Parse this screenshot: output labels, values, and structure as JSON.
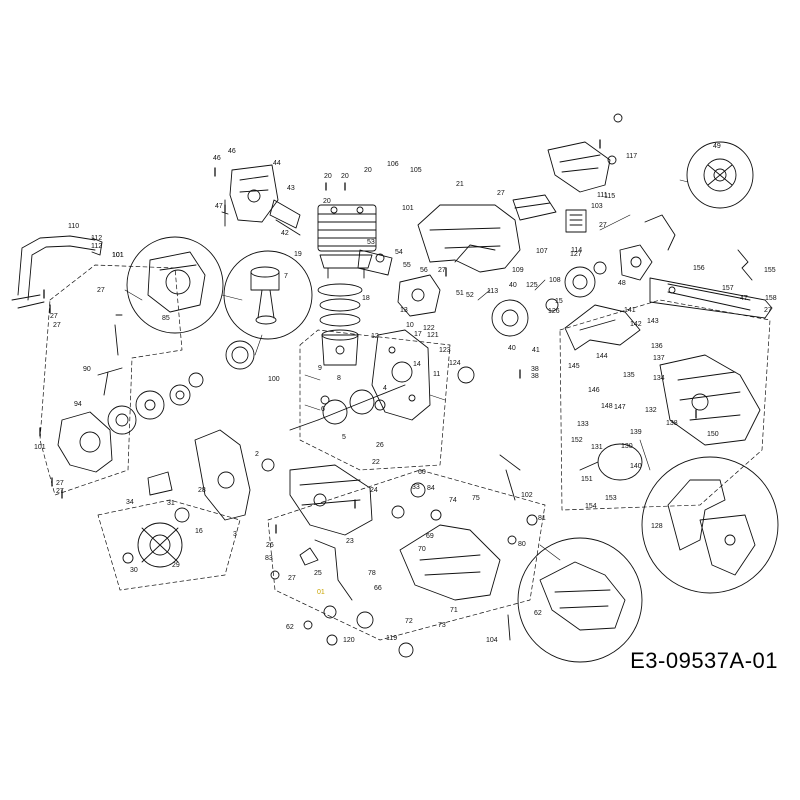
{
  "diagram": {
    "code": "E3-09537A-01",
    "highlight_color": "#c9a400",
    "line_color": "#111111",
    "labels": [
      {
        "id": "l46a",
        "text": "46"
      },
      {
        "id": "l46b",
        "text": "46"
      },
      {
        "id": "l44",
        "text": "44"
      },
      {
        "id": "l43",
        "text": "43"
      },
      {
        "id": "l47a",
        "text": "47"
      },
      {
        "id": "l42",
        "text": "42"
      },
      {
        "id": "l20a",
        "text": "20"
      },
      {
        "id": "l20b",
        "text": "20"
      },
      {
        "id": "l20c",
        "text": "20"
      },
      {
        "id": "l20d",
        "text": "20"
      },
      {
        "id": "l106",
        "text": "106"
      },
      {
        "id": "l105",
        "text": "105"
      },
      {
        "id": "l21",
        "text": "21"
      },
      {
        "id": "l101a",
        "text": "101"
      },
      {
        "id": "l117",
        "text": "117"
      },
      {
        "id": "l115",
        "text": "115"
      },
      {
        "id": "l49",
        "text": "49"
      },
      {
        "id": "l111",
        "text": "111"
      },
      {
        "id": "l27a",
        "text": "27"
      },
      {
        "id": "l114",
        "text": "114"
      },
      {
        "id": "l103",
        "text": "103"
      },
      {
        "id": "l27b",
        "text": "27"
      },
      {
        "id": "l112",
        "text": "112"
      },
      {
        "id": "l101b",
        "text": "101"
      },
      {
        "id": "l110",
        "text": "110"
      },
      {
        "id": "l112b",
        "text": "112"
      },
      {
        "id": "l101c",
        "text": "101"
      },
      {
        "id": "l27c",
        "text": "27"
      },
      {
        "id": "l27d",
        "text": "27"
      },
      {
        "id": "l27e",
        "text": "27"
      },
      {
        "id": "l85",
        "text": "85"
      },
      {
        "id": "l7",
        "text": "7"
      },
      {
        "id": "l19",
        "text": "19"
      },
      {
        "id": "l18",
        "text": "18"
      },
      {
        "id": "l53",
        "text": "53"
      },
      {
        "id": "l54",
        "text": "54"
      },
      {
        "id": "l55",
        "text": "55"
      },
      {
        "id": "l56",
        "text": "56"
      },
      {
        "id": "l27f",
        "text": "27"
      },
      {
        "id": "l109",
        "text": "109"
      },
      {
        "id": "l107",
        "text": "107"
      },
      {
        "id": "l108",
        "text": "108"
      },
      {
        "id": "l127",
        "text": "127"
      },
      {
        "id": "l48",
        "text": "48"
      },
      {
        "id": "l51",
        "text": "51"
      },
      {
        "id": "l52",
        "text": "52"
      },
      {
        "id": "l113",
        "text": "113"
      },
      {
        "id": "l40a",
        "text": "40"
      },
      {
        "id": "l125",
        "text": "125"
      },
      {
        "id": "l126",
        "text": "126"
      },
      {
        "id": "l15",
        "text": "15"
      },
      {
        "id": "l157",
        "text": "157"
      },
      {
        "id": "l47b",
        "text": "47"
      },
      {
        "id": "l158",
        "text": "158"
      },
      {
        "id": "l27g",
        "text": "27"
      },
      {
        "id": "l156",
        "text": "156"
      },
      {
        "id": "l155",
        "text": "155"
      },
      {
        "id": "l141",
        "text": "141"
      },
      {
        "id": "l142",
        "text": "142"
      },
      {
        "id": "l143",
        "text": "143"
      },
      {
        "id": "l136",
        "text": "136"
      },
      {
        "id": "l137",
        "text": "137"
      },
      {
        "id": "l134",
        "text": "134"
      },
      {
        "id": "l135",
        "text": "135"
      },
      {
        "id": "l144",
        "text": "144"
      },
      {
        "id": "l145",
        "text": "145"
      },
      {
        "id": "l146",
        "text": "146"
      },
      {
        "id": "l133",
        "text": "133"
      },
      {
        "id": "l148",
        "text": "148"
      },
      {
        "id": "l147",
        "text": "147"
      },
      {
        "id": "l132",
        "text": "132"
      },
      {
        "id": "l139",
        "text": "139"
      },
      {
        "id": "l138",
        "text": "138"
      },
      {
        "id": "l150",
        "text": "150"
      },
      {
        "id": "l140",
        "text": "140"
      },
      {
        "id": "l152",
        "text": "152"
      },
      {
        "id": "l131",
        "text": "131"
      },
      {
        "id": "l130",
        "text": "130"
      },
      {
        "id": "l154",
        "text": "154"
      },
      {
        "id": "l153",
        "text": "153"
      },
      {
        "id": "l151",
        "text": "151"
      },
      {
        "id": "l100",
        "text": "100"
      },
      {
        "id": "l90",
        "text": "90"
      },
      {
        "id": "l94",
        "text": "94"
      },
      {
        "id": "l101d",
        "text": "101"
      },
      {
        "id": "l27h",
        "text": "27"
      },
      {
        "id": "l27i",
        "text": "27"
      },
      {
        "id": "l122",
        "text": "122"
      },
      {
        "id": "l121",
        "text": "121"
      },
      {
        "id": "l123",
        "text": "123"
      },
      {
        "id": "l124",
        "text": "124"
      },
      {
        "id": "l40b",
        "text": "40"
      },
      {
        "id": "l41",
        "text": "41"
      },
      {
        "id": "l38a",
        "text": "38"
      },
      {
        "id": "l38b",
        "text": "38"
      },
      {
        "id": "l13",
        "text": "13"
      },
      {
        "id": "l10",
        "text": "10"
      },
      {
        "id": "l12",
        "text": "12"
      },
      {
        "id": "l17",
        "text": "17"
      },
      {
        "id": "l14",
        "text": "14"
      },
      {
        "id": "l11",
        "text": "11"
      },
      {
        "id": "l8",
        "text": "8"
      },
      {
        "id": "l9",
        "text": "9"
      },
      {
        "id": "l6",
        "text": "6"
      },
      {
        "id": "l5",
        "text": "5"
      },
      {
        "id": "l4",
        "text": "4"
      },
      {
        "id": "l2",
        "text": "2"
      },
      {
        "id": "l3",
        "text": "3"
      },
      {
        "id": "l28",
        "text": "28"
      },
      {
        "id": "l34",
        "text": "34"
      },
      {
        "id": "l31",
        "text": "31"
      },
      {
        "id": "l16",
        "text": "16"
      },
      {
        "id": "l30",
        "text": "30"
      },
      {
        "id": "l29",
        "text": "29"
      },
      {
        "id": "l26a",
        "text": "26"
      },
      {
        "id": "l26b",
        "text": "26"
      },
      {
        "id": "l22",
        "text": "22"
      },
      {
        "id": "l23",
        "text": "23"
      },
      {
        "id": "l24",
        "text": "24"
      },
      {
        "id": "l25",
        "text": "25"
      },
      {
        "id": "l27j",
        "text": "27"
      },
      {
        "id": "l83",
        "text": "83"
      },
      {
        "id": "l01",
        "text": "01",
        "highlight": true
      },
      {
        "id": "l60",
        "text": "60"
      },
      {
        "id": "l33",
        "text": "33"
      },
      {
        "id": "l84",
        "text": "84"
      },
      {
        "id": "l74",
        "text": "74"
      },
      {
        "id": "l75",
        "text": "75"
      },
      {
        "id": "l102",
        "text": "102"
      },
      {
        "id": "l104",
        "text": "104"
      },
      {
        "id": "l81",
        "text": "81"
      },
      {
        "id": "l80",
        "text": "80"
      },
      {
        "id": "l69",
        "text": "69"
      },
      {
        "id": "l70",
        "text": "70"
      },
      {
        "id": "l78",
        "text": "78"
      },
      {
        "id": "l66",
        "text": "66"
      },
      {
        "id": "l71",
        "text": "71"
      },
      {
        "id": "l72",
        "text": "72"
      },
      {
        "id": "l73",
        "text": "73"
      },
      {
        "id": "l62a",
        "text": "62"
      },
      {
        "id": "l62b",
        "text": "62"
      },
      {
        "id": "l120",
        "text": "120"
      },
      {
        "id": "l119",
        "text": "119"
      },
      {
        "id": "l128",
        "text": "128"
      }
    ]
  }
}
